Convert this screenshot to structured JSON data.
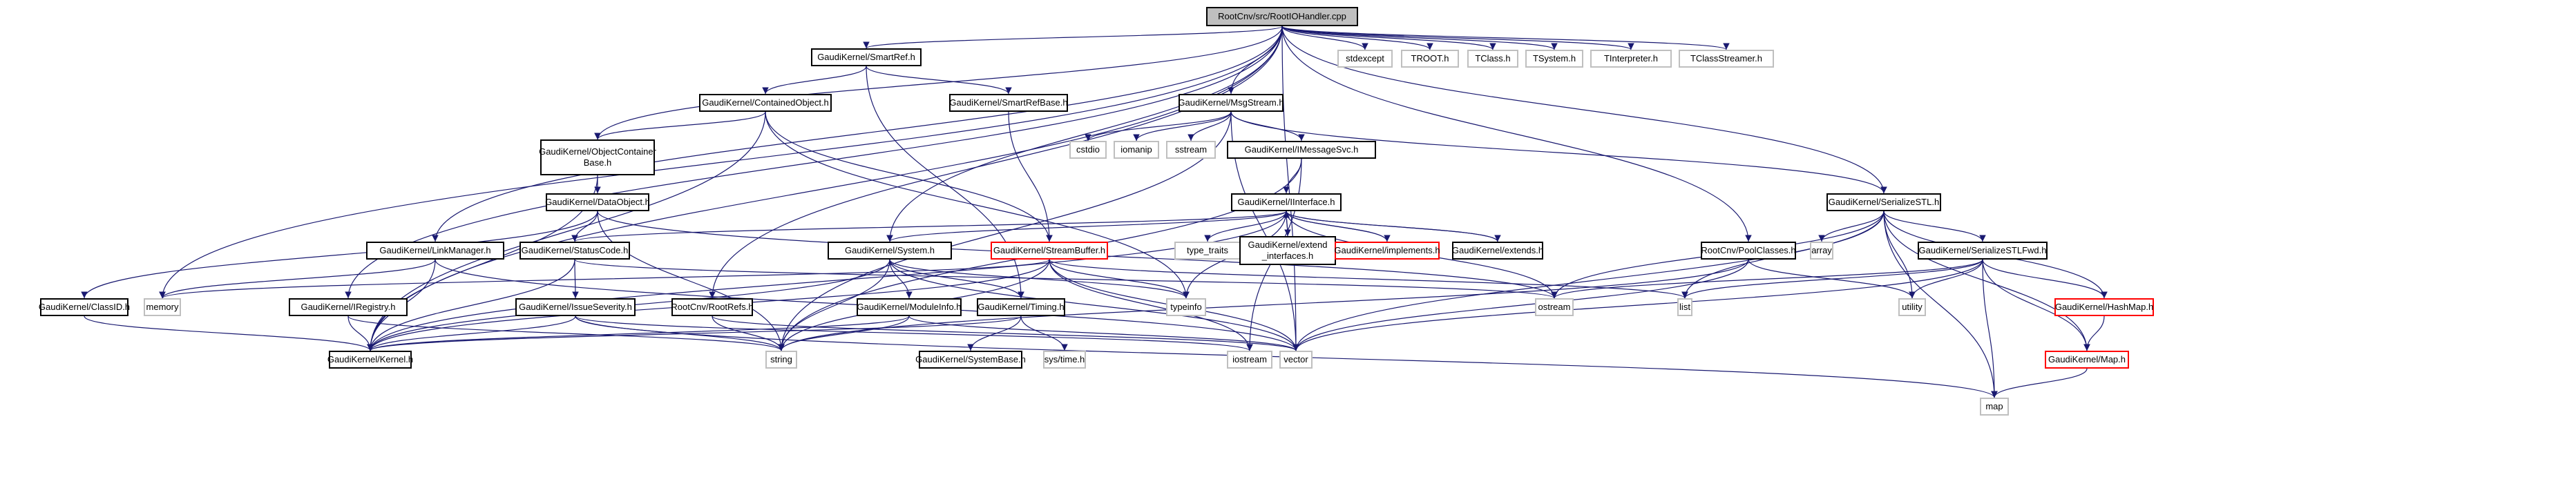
{
  "graph": {
    "title": "RootCnv/src/RootIOHandler.cpp",
    "edge_color": "#191970",
    "nodes": [
      {
        "id": "root",
        "label": "RootCnv/src/RootIOHandler.cpp",
        "kind": "root"
      },
      {
        "id": "smartref",
        "label": "GaudiKernel/SmartRef.h",
        "kind": "doc"
      },
      {
        "id": "stdexcept",
        "label": "stdexcept",
        "kind": "sys"
      },
      {
        "id": "troot",
        "label": "TROOT.h",
        "kind": "sys"
      },
      {
        "id": "tclass",
        "label": "TClass.h",
        "kind": "sys"
      },
      {
        "id": "tsystem",
        "label": "TSystem.h",
        "kind": "sys"
      },
      {
        "id": "tinterp",
        "label": "TInterpreter.h",
        "kind": "sys"
      },
      {
        "id": "tclassstreamer",
        "label": "TClassStreamer.h",
        "kind": "sys"
      },
      {
        "id": "contained",
        "label": "GaudiKernel/ContainedObject.h",
        "kind": "doc"
      },
      {
        "id": "smartrefbase",
        "label": "GaudiKernel/SmartRefBase.h",
        "kind": "doc"
      },
      {
        "id": "msgstream",
        "label": "GaudiKernel/MsgStream.h",
        "kind": "doc"
      },
      {
        "id": "objcontbase",
        "label": "GaudiKernel/ObjectContainer\nBase.h",
        "kind": "doc"
      },
      {
        "id": "cstdio",
        "label": "cstdio",
        "kind": "sys"
      },
      {
        "id": "iomanip",
        "label": "iomanip",
        "kind": "sys"
      },
      {
        "id": "sstream",
        "label": "sstream",
        "kind": "sys"
      },
      {
        "id": "imessagesvc",
        "label": "GaudiKernel/IMessageSvc.h",
        "kind": "doc"
      },
      {
        "id": "dataobject",
        "label": "GaudiKernel/DataObject.h",
        "kind": "doc"
      },
      {
        "id": "iinterface",
        "label": "GaudiKernel/IInterface.h",
        "kind": "doc"
      },
      {
        "id": "serializestl",
        "label": "GaudiKernel/SerializeSTL.h",
        "kind": "doc"
      },
      {
        "id": "linkmanager",
        "label": "GaudiKernel/LinkManager.h",
        "kind": "doc"
      },
      {
        "id": "statuscode",
        "label": "GaudiKernel/StatusCode.h",
        "kind": "doc"
      },
      {
        "id": "system",
        "label": "GaudiKernel/System.h",
        "kind": "doc"
      },
      {
        "id": "streambuffer",
        "label": "GaudiKernel/StreamBuffer.h",
        "kind": "red"
      },
      {
        "id": "type_traits",
        "label": "type_traits",
        "kind": "sys"
      },
      {
        "id": "extendif",
        "label": "GaudiKernel/extend\n_interfaces.h",
        "kind": "doc"
      },
      {
        "id": "implements",
        "label": "GaudiKernel/implements.h",
        "kind": "red"
      },
      {
        "id": "extends",
        "label": "GaudiKernel/extends.h",
        "kind": "doc"
      },
      {
        "id": "poolclasses",
        "label": "RootCnv/PoolClasses.h",
        "kind": "doc"
      },
      {
        "id": "array",
        "label": "array",
        "kind": "sys"
      },
      {
        "id": "serializestlfwd",
        "label": "GaudiKernel/SerializeSTLFwd.h",
        "kind": "doc"
      },
      {
        "id": "classid",
        "label": "GaudiKernel/ClassID.h",
        "kind": "doc"
      },
      {
        "id": "memory",
        "label": "memory",
        "kind": "sys"
      },
      {
        "id": "iregistry",
        "label": "GaudiKernel/IRegistry.h",
        "kind": "doc"
      },
      {
        "id": "issueseverity",
        "label": "GaudiKernel/IssueSeverity.h",
        "kind": "doc"
      },
      {
        "id": "rootrefs",
        "label": "RootCnv/RootRefs.h",
        "kind": "doc"
      },
      {
        "id": "moduleinfo",
        "label": "GaudiKernel/ModuleInfo.h",
        "kind": "doc"
      },
      {
        "id": "timing",
        "label": "GaudiKernel/Timing.h",
        "kind": "doc"
      },
      {
        "id": "typeinfo",
        "label": "typeinfo",
        "kind": "sys"
      },
      {
        "id": "ostream",
        "label": "ostream",
        "kind": "sys"
      },
      {
        "id": "list",
        "label": "list",
        "kind": "sys"
      },
      {
        "id": "utility",
        "label": "utility",
        "kind": "sys"
      },
      {
        "id": "hashmap",
        "label": "GaudiKernel/HashMap.h",
        "kind": "red"
      },
      {
        "id": "kernel",
        "label": "GaudiKernel/Kernel.h",
        "kind": "doc"
      },
      {
        "id": "string",
        "label": "string",
        "kind": "sys"
      },
      {
        "id": "systembase",
        "label": "GaudiKernel/SystemBase.h",
        "kind": "doc"
      },
      {
        "id": "systime",
        "label": "sys/time.h",
        "kind": "sys"
      },
      {
        "id": "iostream",
        "label": "iostream",
        "kind": "sys"
      },
      {
        "id": "vector",
        "label": "vector",
        "kind": "sys"
      },
      {
        "id": "map_h",
        "label": "GaudiKernel/Map.h",
        "kind": "red"
      },
      {
        "id": "map",
        "label": "map",
        "kind": "sys"
      }
    ],
    "edges": [
      [
        "root",
        "smartref"
      ],
      [
        "root",
        "stdexcept"
      ],
      [
        "root",
        "troot"
      ],
      [
        "root",
        "tclass"
      ],
      [
        "root",
        "tsystem"
      ],
      [
        "root",
        "tinterp"
      ],
      [
        "root",
        "tclassstreamer"
      ],
      [
        "root",
        "msgstream"
      ],
      [
        "root",
        "objcontbase"
      ],
      [
        "root",
        "linkmanager"
      ],
      [
        "root",
        "memory"
      ],
      [
        "root",
        "rootrefs"
      ],
      [
        "root",
        "system"
      ],
      [
        "root",
        "poolclasses"
      ],
      [
        "root",
        "serializestl"
      ],
      [
        "root",
        "vector"
      ],
      [
        "root",
        "kernel"
      ],
      [
        "root",
        "iregistry"
      ],
      [
        "smartref",
        "contained"
      ],
      [
        "smartref",
        "smartrefbase"
      ],
      [
        "smartref",
        "timing"
      ],
      [
        "contained",
        "objcontbase"
      ],
      [
        "contained",
        "streambuffer"
      ],
      [
        "contained",
        "kernel"
      ],
      [
        "contained",
        "typeinfo"
      ],
      [
        "smartrefbase",
        "streambuffer"
      ],
      [
        "objcontbase",
        "dataobject"
      ],
      [
        "objcontbase",
        "kernel"
      ],
      [
        "msgstream",
        "cstdio"
      ],
      [
        "msgstream",
        "iomanip"
      ],
      [
        "msgstream",
        "sstream"
      ],
      [
        "msgstream",
        "imessagesvc"
      ],
      [
        "msgstream",
        "string"
      ],
      [
        "msgstream",
        "serializestl"
      ],
      [
        "msgstream",
        "vector"
      ],
      [
        "imessagesvc",
        "iinterface"
      ],
      [
        "imessagesvc",
        "string"
      ],
      [
        "imessagesvc",
        "iostream"
      ],
      [
        "dataobject",
        "statuscode"
      ],
      [
        "dataobject",
        "classid"
      ],
      [
        "dataobject",
        "string"
      ],
      [
        "dataobject",
        "ostream"
      ],
      [
        "iinterface",
        "type_traits"
      ],
      [
        "iinterface",
        "extendif"
      ],
      [
        "iinterface",
        "implements"
      ],
      [
        "iinterface",
        "extends"
      ],
      [
        "iinterface",
        "statuscode"
      ],
      [
        "iinterface",
        "system"
      ],
      [
        "iinterface",
        "ostream"
      ],
      [
        "iinterface",
        "kernel"
      ],
      [
        "iinterface",
        "typeinfo"
      ],
      [
        "extendif",
        "iinterface"
      ],
      [
        "implements",
        "iinterface"
      ],
      [
        "extends",
        "iinterface"
      ],
      [
        "serializestl",
        "array"
      ],
      [
        "serializestl",
        "serializestlfwd"
      ],
      [
        "serializestl",
        "utility"
      ],
      [
        "serializestl",
        "list"
      ],
      [
        "serializestl",
        "map"
      ],
      [
        "serializestl",
        "hashmap"
      ],
      [
        "serializestl",
        "map_h"
      ],
      [
        "serializestl",
        "ostream"
      ],
      [
        "serializestl",
        "vector"
      ],
      [
        "linkmanager",
        "kernel"
      ],
      [
        "linkmanager",
        "memory"
      ],
      [
        "linkmanager",
        "vector"
      ],
      [
        "statuscode",
        "issueseverity"
      ],
      [
        "statuscode",
        "kernel"
      ],
      [
        "statuscode",
        "ostream"
      ],
      [
        "system",
        "moduleinfo"
      ],
      [
        "system",
        "timing"
      ],
      [
        "system",
        "string"
      ],
      [
        "system",
        "vector"
      ],
      [
        "system",
        "typeinfo"
      ],
      [
        "system",
        "kernel"
      ],
      [
        "streambuffer",
        "typeinfo"
      ],
      [
        "streambuffer",
        "iostream"
      ],
      [
        "streambuffer",
        "vector"
      ],
      [
        "streambuffer",
        "list"
      ],
      [
        "streambuffer",
        "string"
      ],
      [
        "streambuffer",
        "kernel"
      ],
      [
        "streambuffer",
        "memory"
      ],
      [
        "poolclasses",
        "utility"
      ],
      [
        "poolclasses",
        "vector"
      ],
      [
        "poolclasses",
        "string"
      ],
      [
        "serializestlfwd",
        "ostream"
      ],
      [
        "serializestlfwd",
        "list"
      ],
      [
        "serializestlfwd",
        "utility"
      ],
      [
        "serializestlfwd",
        "map"
      ],
      [
        "serializestlfwd",
        "hashmap"
      ],
      [
        "serializestlfwd",
        "map_h"
      ],
      [
        "serializestlfwd",
        "vector"
      ],
      [
        "classid",
        "kernel"
      ],
      [
        "iregistry",
        "kernel"
      ],
      [
        "iregistry",
        "string"
      ],
      [
        "issueseverity",
        "kernel"
      ],
      [
        "issueseverity",
        "string"
      ],
      [
        "issueseverity",
        "map"
      ],
      [
        "issueseverity",
        "iostream"
      ],
      [
        "rootrefs",
        "string"
      ],
      [
        "rootrefs",
        "vector"
      ],
      [
        "moduleinfo",
        "kernel"
      ],
      [
        "moduleinfo",
        "string"
      ],
      [
        "moduleinfo",
        "vector"
      ],
      [
        "timing",
        "kernel"
      ],
      [
        "timing",
        "systembase"
      ],
      [
        "timing",
        "systime"
      ],
      [
        "hashmap",
        "map_h"
      ],
      [
        "map_h",
        "map"
      ]
    ]
  }
}
